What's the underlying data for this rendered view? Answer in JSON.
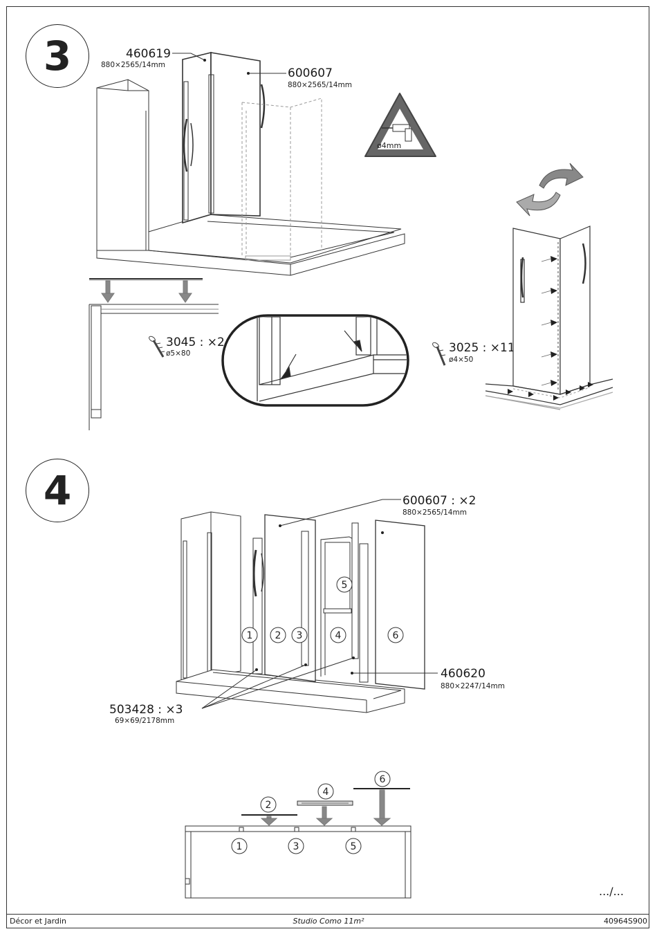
{
  "steps": {
    "step3": {
      "number": "3",
      "part_a": {
        "code": "460619",
        "dims": "880×2565/14mm"
      },
      "part_b": {
        "code": "600607",
        "dims": "880×2565/14mm"
      },
      "drill": {
        "label": "ø4mm"
      },
      "screw_a": {
        "code": "3045 : ×2",
        "dims": "ø5×80"
      },
      "screw_b": {
        "code": "3025 : ×11",
        "dims": "ø4×50"
      }
    },
    "step4": {
      "number": "4",
      "part_a": {
        "code": "600607 : ×2",
        "dims": "880×2565/14mm"
      },
      "part_b": {
        "code": "460620",
        "dims": "880×2247/14mm"
      },
      "part_c": {
        "code": "503428 : ×3",
        "dims": "69×69/2178mm"
      },
      "markers": [
        "1",
        "2",
        "3",
        "4",
        "5",
        "6"
      ],
      "plan_markers": [
        "2",
        "4",
        "6",
        "1",
        "3",
        "5"
      ]
    }
  },
  "continuation": ".../...",
  "footer": {
    "left": "Décor et Jardin",
    "center": "Studio Como 11m²",
    "right": "40964S900"
  }
}
